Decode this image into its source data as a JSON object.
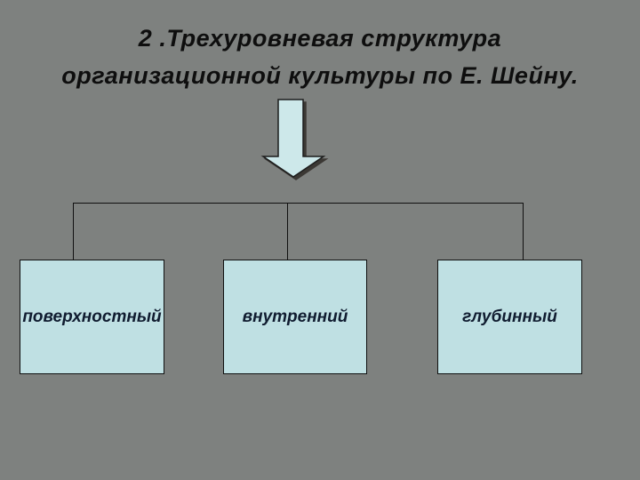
{
  "slide": {
    "title_line1": "2 .Трехуровневая структура",
    "title_line2": "организационной культуры по Е. Шейну.",
    "levels": [
      {
        "label": "поверхностный"
      },
      {
        "label": "внутренний"
      },
      {
        "label": "глубинный"
      }
    ],
    "icons": {
      "arrow": "down-arrow-icon"
    },
    "colors": {
      "background": "#7e817f",
      "box_fill": "#bfe0e3",
      "arrow_fill": "#cde8ea",
      "connector_line": "#101010",
      "title_text": "#0e0e0e",
      "box_text": "#101c30"
    }
  }
}
